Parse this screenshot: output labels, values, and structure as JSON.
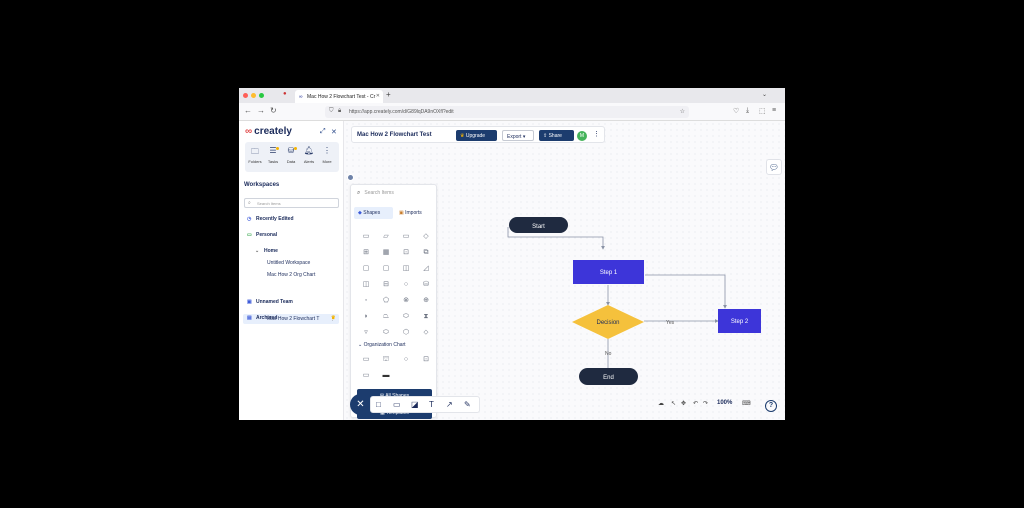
{
  "browser": {
    "tab_title": "Mac How 2 Flowchart Test - Cr",
    "new_tab_glyph": "+",
    "url": "https://app.creately.com/d/G89lqDA9nOXfl?edit"
  },
  "sidebar": {
    "logo": "creately",
    "quick_actions": [
      {
        "label": "Folders",
        "icon": "folder-icon"
      },
      {
        "label": "Tasks",
        "icon": "tasks-icon"
      },
      {
        "label": "Data",
        "icon": "data-icon"
      },
      {
        "label": "Alerts",
        "icon": "bell-icon"
      },
      {
        "label": "More",
        "icon": "more-icon"
      }
    ],
    "workspaces_title": "Workspaces",
    "search_placeholder": "Search Items",
    "tree": {
      "recently_edited": "Recently Edited",
      "personal": "Personal",
      "home": "Home",
      "untitled": "Untitled Workspace",
      "org_chart": "Mac How 2 Org Chart",
      "flowchart": "Mac How 2 Flowchart T",
      "unnamed_team": "Unnamed Team",
      "archived": "Archived"
    }
  },
  "docbar": {
    "title": "Mac How 2 Flowchart Test",
    "upgrade": "Upgrade",
    "export": "Export",
    "share": "Share",
    "avatar": "M"
  },
  "shape_panel": {
    "search_placeholder": "Search Items",
    "tab_shapes": "Shapes",
    "tab_imports": "Imports",
    "org_chart_title": "Organization Chart",
    "all_shapes": "All Shapes",
    "templates": "Templates"
  },
  "flowchart": {
    "start": "Start",
    "step1": "Step 1",
    "decision": "Decision",
    "step2": "Step 2",
    "end": "End",
    "yes": "Yes",
    "no": "No"
  },
  "controls": {
    "zoom": "100%"
  },
  "colors": {
    "navy": "#1c3c6e",
    "terminal": "#1f2a40",
    "process": "#3d35d9",
    "decision": "#f5c13c"
  }
}
